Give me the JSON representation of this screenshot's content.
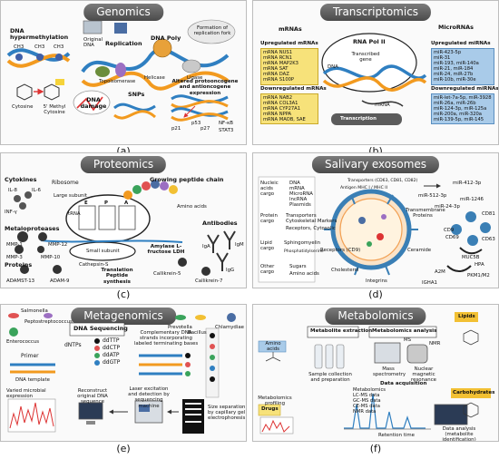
{
  "panels": {
    "a": {
      "title": "Genomics",
      "letter": "(a)"
    },
    "b": {
      "title": "Transcriptomics",
      "letter": "(b)"
    },
    "c": {
      "title": "Proteomics",
      "letter": "(c)"
    },
    "d": {
      "title": "Salivary exosomes",
      "letter": "(d)"
    },
    "e": {
      "title": "Metagenomics",
      "letter": "(e)"
    },
    "f": {
      "title": "Metabolomics",
      "letter": "(f)"
    }
  },
  "genomics": {
    "dna_hypermethylation": "DNA hypermethylation",
    "original_dna": "Original DNA",
    "replication": "Replication",
    "dna_poly": "DNA Poly",
    "formation": "Formation of replication fork",
    "topoisomerase": "Topoisomerase",
    "helicase": "Helicase",
    "ligase": "Ligase",
    "cytosine": "Cytosine",
    "methyl_cytosine": "5' Methyl Cytosine",
    "dna_damage": "DNA damage",
    "snps": "SNPs",
    "altered": "Altered protooncogene and antioncogene expression",
    "p53": "p53",
    "nfkb": "NF-κB",
    "p21": "p21",
    "p27": "p27",
    "stat3": "STAT3",
    "ch3": "CH3"
  },
  "transcriptomics": {
    "mrnas": "mRNAs",
    "rna_pol": "RNA Pol II",
    "transcribed_gene": "Transcribed gene",
    "micrornas": "MicroRNAs",
    "dna": "DNA",
    "mrna": "mRNA",
    "transcription": "Transcription",
    "up_mrna": "Upregulated mRNAs",
    "up_mrna_list": [
      "mRNA NUS1",
      "mRNA RCN1",
      "mRNA MAP2K3",
      "mRNA SAT",
      "mRNA DAZ",
      "mRNA S100P"
    ],
    "down_mrna": "Downregulated mRNAs",
    "down_mrna_list": [
      "mRNA NAB2",
      "mRNA COL3A1",
      "mRNA CYP27A1",
      "mRNA NPPA",
      "mRNA MAOB, SAE"
    ],
    "up_mirna": "Upregulated miRNAs",
    "up_mirna_list": [
      "miR-423-5p",
      "miR-31",
      "miR-193, miR-140a",
      "miR-21, miR-184",
      "miR-24, miR-27b",
      "miR-10b, miR-30e"
    ],
    "down_mirna": "Downregulated miRNAs",
    "down_mirna_list": [
      "miR-let-7a-5p, miR-3928",
      "miR-26a, miR-26b",
      "miR-124-3p, miR-125a",
      "miR-200a, miR-320a",
      "miR-139-5p, miR-145"
    ]
  },
  "proteomics": {
    "cytokines": "Cytokines",
    "il8": "IL-8",
    "il6": "IL-6",
    "inf": "INF-γ",
    "ribosome": "Ribosome",
    "growing_chain": "Growing peptide chain",
    "large_subunit": "Large subunit",
    "trna": "tRNA",
    "small_subunit": "Small subunit",
    "amino_acids": "Amino acids",
    "antibodies": "Antibodies",
    "iga": "IgA",
    "igm": "IgM",
    "igg": "IgG",
    "metalloproteases": "Metaloproteases",
    "mmp1": "MMP-1",
    "mmp12": "MMP-12",
    "mmp3": "MMP-3",
    "mmp10": "MMP-10",
    "proteins": "Proteins",
    "adamst13": "ADAMST-13",
    "adam9": "ADAM-9",
    "cathepsin": "Cathepsin-S",
    "translation": "Translation Peptide synthesis",
    "amylase": "Amylase L-fructose LDH",
    "kallikrein5": "Callikrein-5",
    "kallikrein7": "Callikrein-7",
    "codons": [
      "E",
      "P",
      "A"
    ]
  },
  "exosomes": {
    "nucleic": "Nucleic acids cargo",
    "protein_cargo": "Protein cargo",
    "lipid_cargo": "Lipid cargo",
    "other_cargo": "Other cargo",
    "dna": "DNA",
    "mrna": "mRNA",
    "microrna": "MicroRNA",
    "lncrna": "lncRNA",
    "plasmids": "Plasmids",
    "transporters": "Transporters",
    "cytoskeletal": "Cytoskeletal Markers",
    "receptors": "Receptors, Cytosolic",
    "sphingomyelin": "Sphingomyelin",
    "phosphatidylserine": "Phosphatidylserine",
    "sugars": "Sugars",
    "amino_acids": "Amino acids",
    "transmembrane": "Transmembrane Proteins",
    "transporters_top": "Transporters (CD63, CD81, CD82)",
    "receptors_cd": "Receptors (CD9)",
    "integrins": "Integrins",
    "cholesterol": "Cholesterol",
    "ceramide": "Ceramide",
    "mir412": "miR-412-3p",
    "mir512": "miR-512-3p",
    "mir1246": "miR-1246",
    "mir24": "miR-24-3p",
    "cd81": "CD81",
    "cd9": "CD9",
    "cd69": "CD69",
    "cd63": "CD63",
    "muc5b": "MUC5B",
    "hpa": "HPA",
    "a2m": "A2M",
    "pkm": "PKM1/M2",
    "ighai": "IGHA1",
    "mhc": "Antigen MHC I / MHC II"
  },
  "metagenomics": {
    "salmonella": "Salmonella",
    "peptostrep": "Peptostreptococcus",
    "enterococcus": "Enterococcus",
    "prevotella": "Prevotella",
    "bacillus": "Bacillus",
    "chlamydiae": "Chlamydiae",
    "dna_seq": "DNA Sequencing",
    "primer": "Primer",
    "dntps": "dNTPs",
    "ddttp": "ddTTP",
    "ddctp": "ddCTP",
    "ddatp": "ddATP",
    "ddgtp": "ddGTP",
    "complementary": "Complementary DNA strands incorporating labeled terminating bases",
    "template": "DNA template",
    "varied": "Varied microbial expression",
    "reconstruct": "Reconstruct original DNA sequence",
    "laser": "Laser excitation and detection by sequencing machine",
    "size_sep": "Size separation by capillary gel electrophoresis"
  },
  "metabolomics": {
    "extraction": "Metabolite extraction",
    "analysis": "Metabolomics analysis",
    "amino_acids": "Amino acids",
    "lipids": "Lipids",
    "carbohydrates": "Carbohydrates",
    "sample": "Sample collection and preparation",
    "mass": "Mass spectrometry",
    "nmr": "Nuclear magnetic resonance",
    "data_acq": "Data acquisition",
    "drugs": "Drugs",
    "profiling": "Metabolomics profiling",
    "methods": [
      "Metabolomics",
      "LC-MS data",
      "GC-MS data",
      "CE-MS data",
      "NMR data"
    ],
    "retention": "Retention time",
    "data_analysis": "Data analysis (metabolite identification)",
    "ms": "MS",
    "nmr_short": "NMR"
  },
  "colors": {
    "header": "#5a5a5a",
    "dna_blue": "#2f7fc1",
    "dna_orange": "#f29a1f",
    "yellow_box": "#f7e27a",
    "blue_box": "#a9cbe9",
    "red": "#d33"
  }
}
